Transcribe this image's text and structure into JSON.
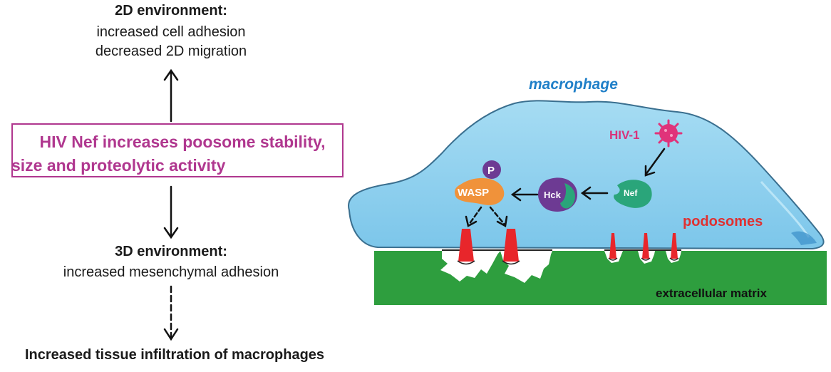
{
  "top": {
    "title": "2D environment:",
    "lines": [
      "increased cell adhesion",
      "decreased 2D migration"
    ]
  },
  "center_box": {
    "line1": "HIV Nef increases poosome stability,",
    "line2": "size and proteolytic activity"
  },
  "middle": {
    "title": "3D environment:",
    "line": "increased mesenchymal adhesion"
  },
  "bottom": {
    "text": "Increased tissue infiltration of macrophages"
  },
  "diagram": {
    "cell_label": "macrophage",
    "virus_label": "HIV-1",
    "nef_label": "Nef",
    "hck_label": "Hck",
    "wasp_label": "WASP",
    "phospho_label": "P",
    "podosomes_label": "podosomes",
    "matrix_label": "extracellular matrix"
  },
  "colors": {
    "accent_magenta": "#b0378f",
    "cell_fill": "#8fd0ee",
    "matrix_green": "#2e9e3e",
    "podosome_red": "#e8262b",
    "macrophage_label": "#1f7fc8",
    "nef_green": "#2aa57a",
    "hck_purple": "#6d3a93",
    "wasp_orange": "#f0923a"
  }
}
